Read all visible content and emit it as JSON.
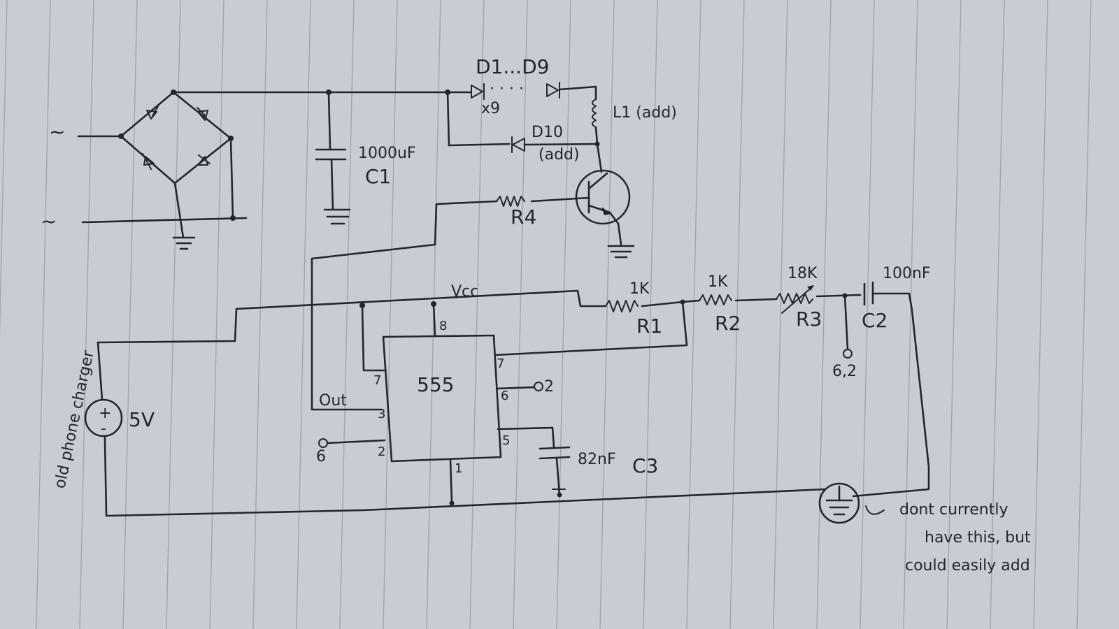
{
  "labels": {
    "ac_in_top": "~",
    "ac_in_bottom": "~",
    "diodes_title": "D1...D9",
    "diodes_count": "x9",
    "inductor": "L1 (add)",
    "d10": "D10",
    "d10_note": "(add)",
    "c1_value": "1000uF",
    "c1_name": "C1",
    "r4_name": "R4",
    "vcc": "Vcc",
    "r1_value": "1K",
    "r1_name": "R1",
    "r2_value": "1K",
    "r2_name": "R2",
    "r3_value": "18K",
    "r3_name": "R3",
    "c2_value": "100nF",
    "c2_name": "C2",
    "node_62": "6,2",
    "pin_8": "8",
    "pin_7_left": "7",
    "pin_7_right": "7",
    "pin_6_right": "6",
    "pin_3": "3",
    "pin_2": "2",
    "pin_1": "1",
    "pin_5": "5",
    "node_2": "2",
    "node_6": "6",
    "ic": "555",
    "out": "Out",
    "source_plus": "+",
    "source_minus": "-",
    "source_voltage": "5V",
    "source_note": "old phone charger",
    "c3_value": "82nF",
    "c3_name": "C3",
    "ground_note_1": "dont currently",
    "ground_note_2": "have this, but",
    "ground_note_3": "could easily add"
  },
  "colors": {
    "paper": "#c9ccd2",
    "ink": "#23262d",
    "rule_lines": "#9aa6b8"
  }
}
